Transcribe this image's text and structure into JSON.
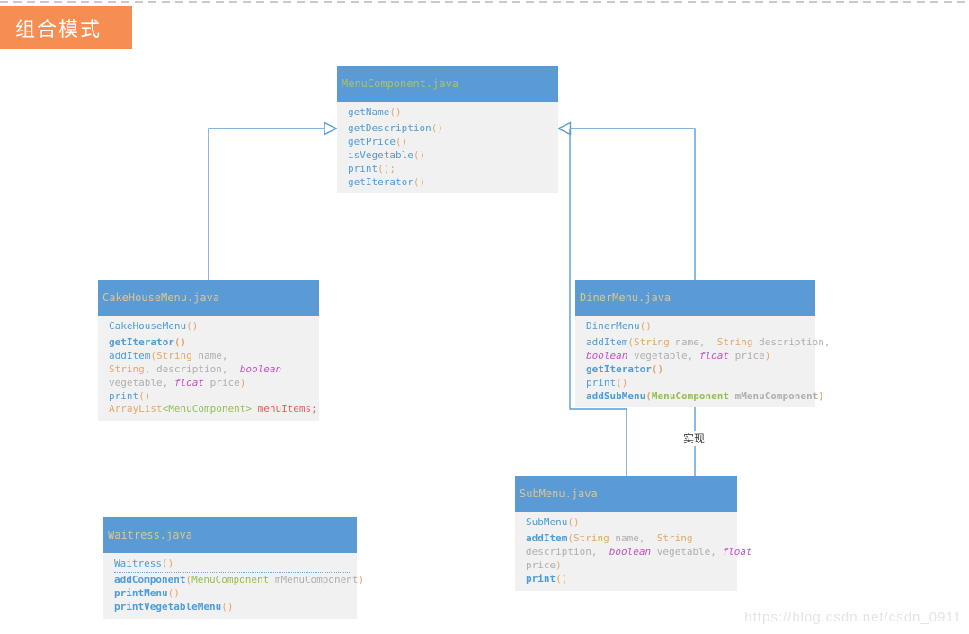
{
  "page": {
    "title": "组合模式",
    "watermark": "https://blog.csdn.net/csdn_0911"
  },
  "colors": {
    "title_bg_orange": "#F68E54",
    "class_header_blue": "#5B9BD5",
    "class_body_gray": "#F1F1F1",
    "connector_blue": "#5B9BD5",
    "filename_olive": "#A9C06A",
    "filename_tan": "#D9C494",
    "method_blue": "#4E9CD8",
    "paren_type_orange": "#E4A767",
    "param_gray": "#AFAFAF",
    "keyword_magenta": "#C553C5",
    "classtype_green": "#95BE52",
    "field_red": "#E26060",
    "top_dash_gray": "#C9C9C9",
    "watermark_gray": "#E4E4E4"
  },
  "relations": {
    "realize_label": "实现"
  },
  "classes": [
    {
      "file": "MenuComponent.java",
      "members": [
        [
          [
            "m",
            "getName"
          ],
          [
            "p",
            "()"
          ]
        ],
        [
          [
            "m",
            "getDescription"
          ],
          [
            "p",
            "()"
          ]
        ],
        [
          [
            "m",
            "getPrice"
          ],
          [
            "p",
            "()"
          ]
        ],
        [
          [
            "m",
            "isVegetable"
          ],
          [
            "p",
            "()"
          ]
        ],
        [
          [
            "m",
            "print"
          ],
          [
            "p",
            "();"
          ]
        ],
        [
          [
            "m",
            "getIterator"
          ],
          [
            "p",
            "()"
          ]
        ]
      ]
    },
    {
      "file": "CakeHouseMenu.java",
      "members": [
        [
          [
            "m",
            "CakeHouseMenu"
          ],
          [
            "p",
            "()"
          ]
        ],
        [
          [
            "m b",
            "getIterator"
          ],
          [
            "p b",
            "()"
          ]
        ],
        [
          [
            "m",
            "addItem"
          ],
          [
            "p",
            "(String"
          ],
          [
            "g",
            " name,"
          ]
        ],
        [
          [
            "p",
            "String,"
          ],
          [
            "g",
            " description,  "
          ],
          [
            "k",
            "boolean"
          ]
        ],
        [
          [
            "g",
            "vegetable, "
          ],
          [
            "k",
            "float"
          ],
          [
            "g",
            " price"
          ],
          [
            "p",
            ")"
          ]
        ],
        [
          [
            "m",
            "print"
          ],
          [
            "p",
            "()"
          ]
        ],
        [
          [
            "p",
            "ArrayList"
          ],
          [
            "t",
            "<MenuComponent>"
          ],
          [
            "r",
            " menuItems;"
          ]
        ]
      ]
    },
    {
      "file": "DinerMenu.java",
      "members": [
        [
          [
            "m",
            "DinerMenu"
          ],
          [
            "p",
            "()"
          ]
        ],
        [
          [
            "m",
            "addItem"
          ],
          [
            "p",
            "(String"
          ],
          [
            "g",
            " name,  "
          ],
          [
            "p",
            "String"
          ],
          [
            "g",
            " description,"
          ]
        ],
        [
          [
            "k",
            "boolean"
          ],
          [
            "g",
            " vegetable, "
          ],
          [
            "k",
            "float"
          ],
          [
            "g",
            " price"
          ],
          [
            "p",
            ")"
          ]
        ],
        [
          [
            "m b",
            "getIterator"
          ],
          [
            "p b",
            "()"
          ]
        ],
        [
          [
            "m",
            "print"
          ],
          [
            "p",
            "()"
          ]
        ],
        [
          [
            "m b",
            "addSubMenu"
          ],
          [
            "p b",
            "("
          ],
          [
            "t b",
            "MenuComponent"
          ],
          [
            "g b",
            " mMenuComponent"
          ],
          [
            "p b",
            ")"
          ]
        ]
      ]
    },
    {
      "file": "SubMenu.java",
      "members": [
        [
          [
            "m",
            "SubMenu"
          ],
          [
            "p",
            "()"
          ]
        ],
        [
          [
            "m b",
            "addItem"
          ],
          [
            "p",
            "(String"
          ],
          [
            "g",
            " name,  "
          ],
          [
            "p",
            "String"
          ]
        ],
        [
          [
            "g",
            "description,  "
          ],
          [
            "k",
            "boolean"
          ],
          [
            "g",
            " vegetable, "
          ],
          [
            "k",
            "float"
          ]
        ],
        [
          [
            "g",
            "price"
          ],
          [
            "p",
            ")"
          ]
        ],
        [
          [
            "m b",
            "print"
          ],
          [
            "p",
            "()"
          ]
        ]
      ]
    },
    {
      "file": "Waitress.java",
      "members": [
        [
          [
            "m",
            "Waitress"
          ],
          [
            "p",
            "()"
          ]
        ],
        [
          [
            "m b",
            "addComponent"
          ],
          [
            "p",
            "("
          ],
          [
            "t",
            "MenuComponent"
          ],
          [
            "g",
            " mMenuComponent"
          ],
          [
            "p",
            ")"
          ]
        ],
        [
          [
            "m b",
            "printMenu"
          ],
          [
            "p",
            "()"
          ]
        ],
        [
          [
            "m b",
            "printVegetableMenu"
          ],
          [
            "p",
            "()"
          ]
        ]
      ]
    }
  ]
}
